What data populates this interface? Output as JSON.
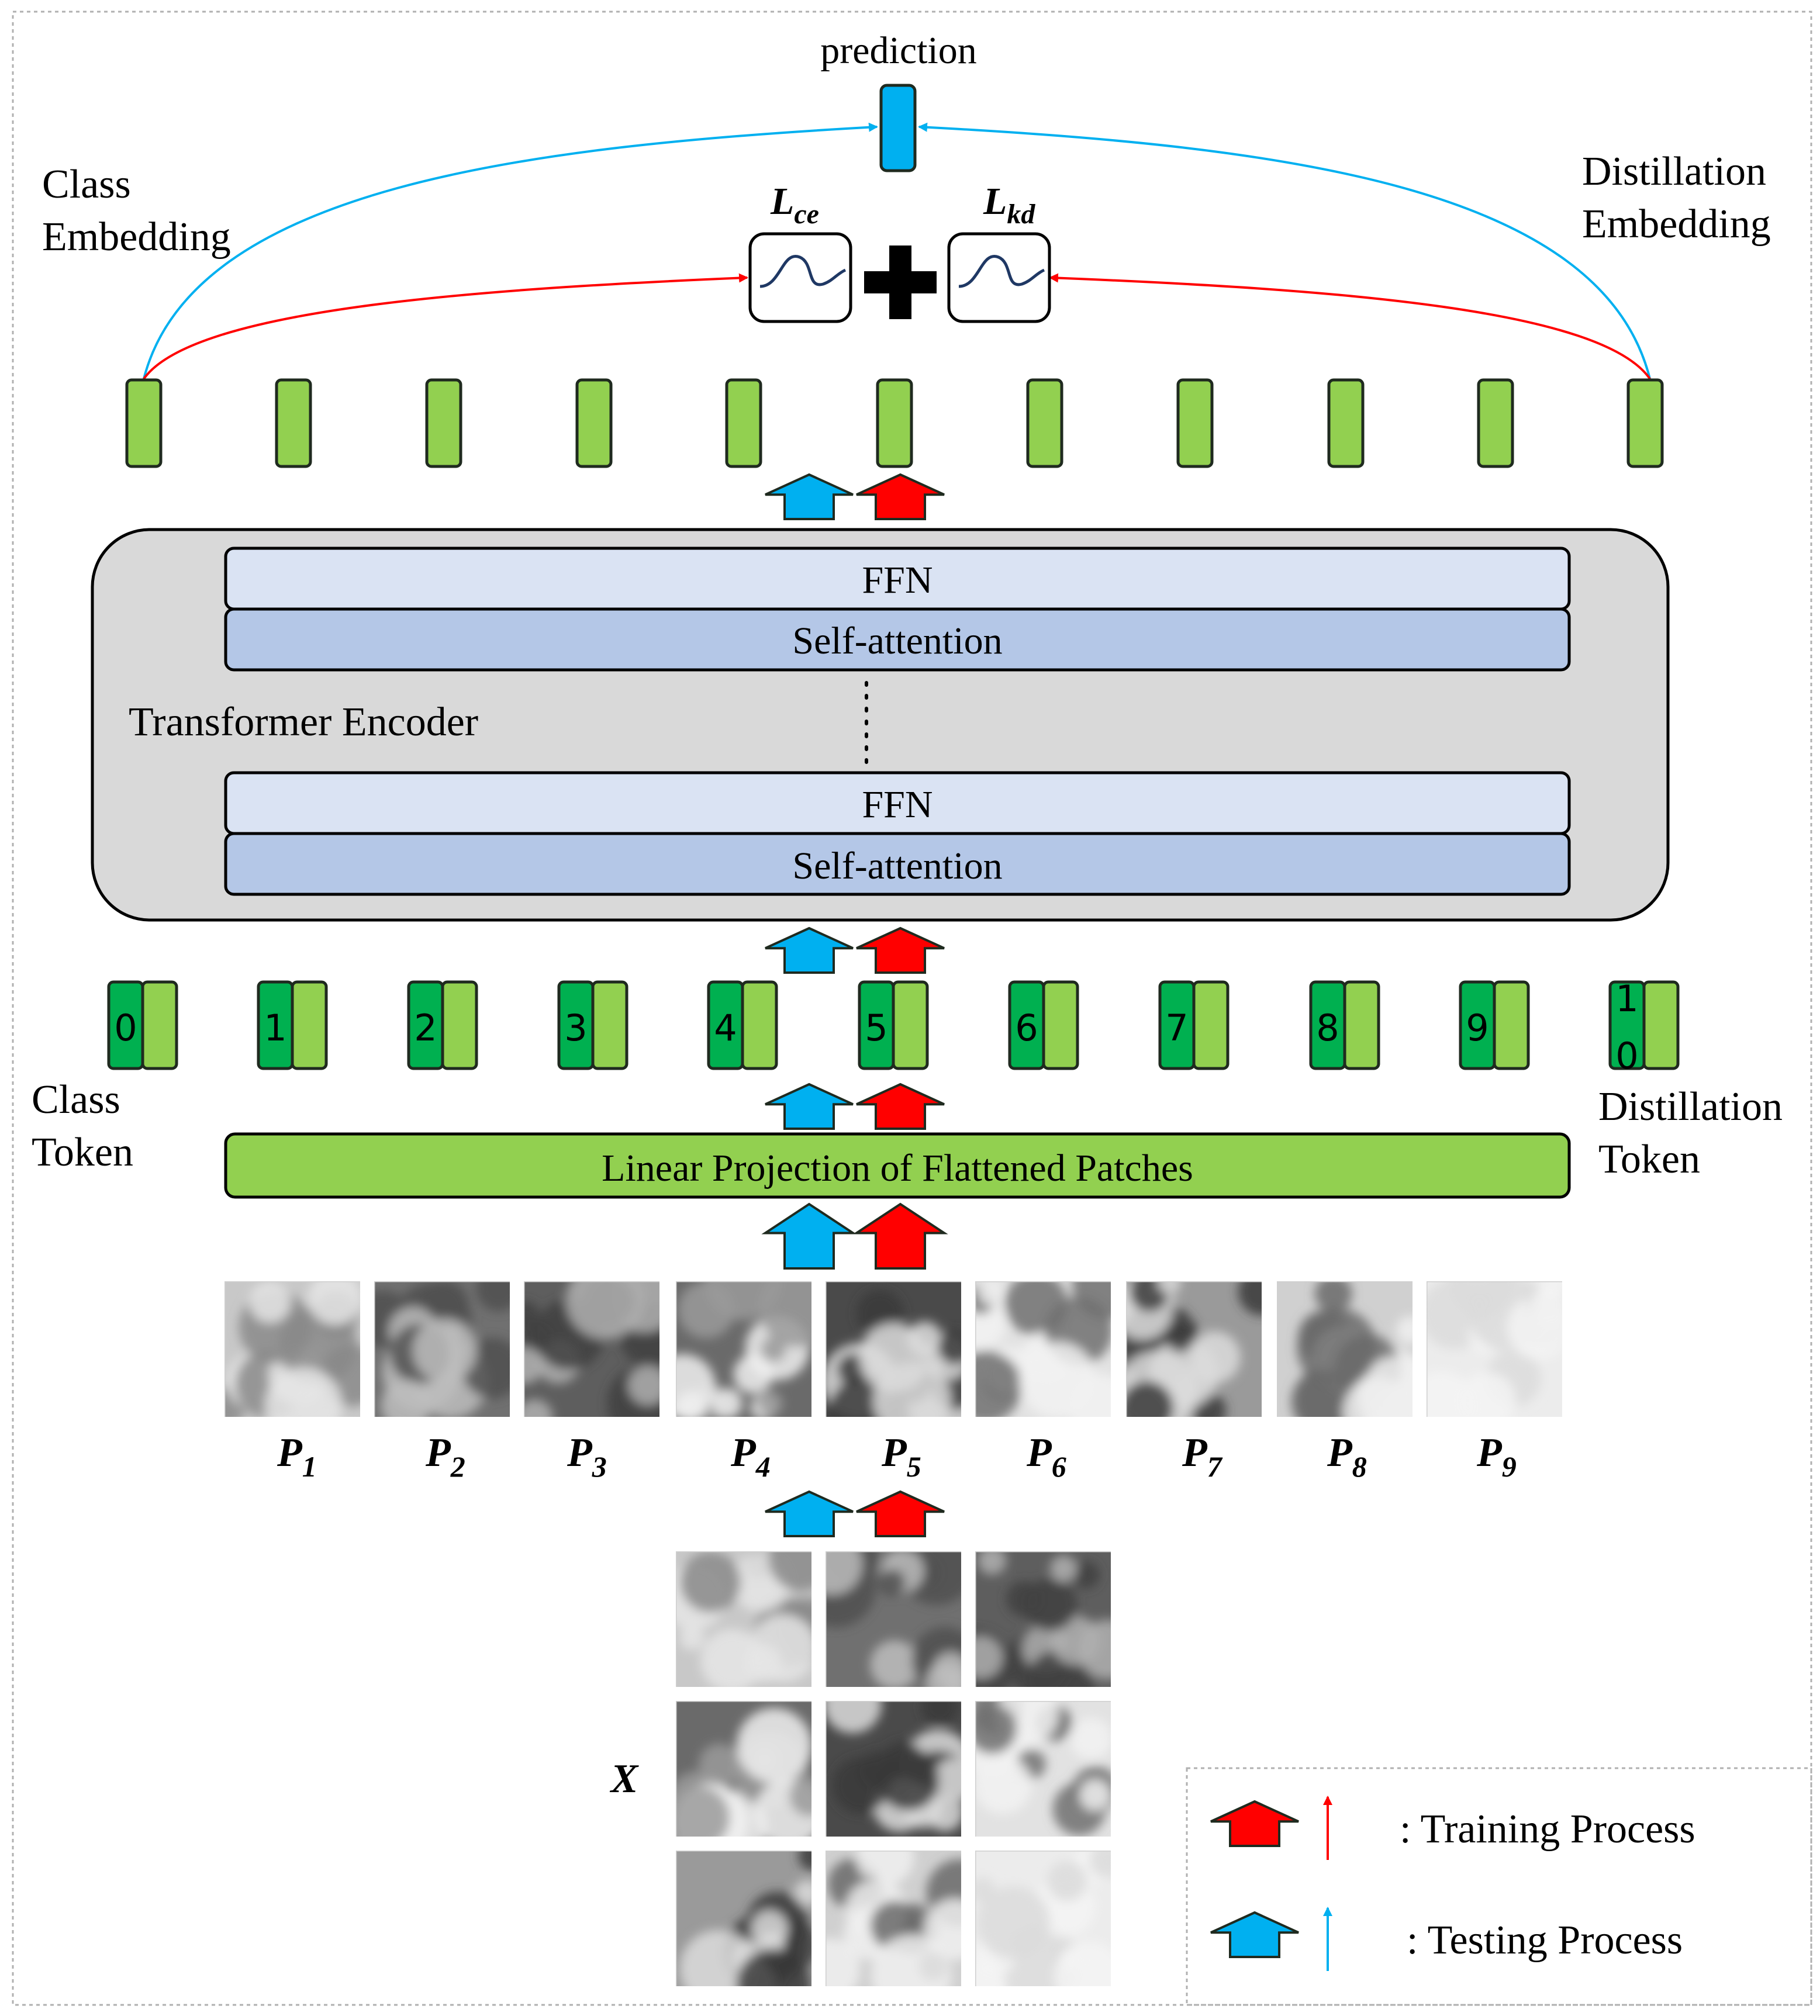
{
  "labels": {
    "prediction": "prediction",
    "class_embedding_1": "Class",
    "class_embedding_2": "Embedding",
    "distill_embedding_1": "Distillation",
    "distill_embedding_2": "Embedding",
    "class_token_1": "Class",
    "class_token_2": "Token",
    "distill_token_1": "Distillation",
    "distill_token_2": "Token",
    "transformer_encoder": "Transformer Encoder",
    "ffn": "FFN",
    "self_attention": "Self-attention",
    "linear_projection": "Linear Projection of Flattened Patches",
    "input": "X"
  },
  "losses": [
    {
      "main": "L",
      "sub": "ce"
    },
    {
      "main": "L",
      "sub": "kd"
    }
  ],
  "token_numbers": [
    "0",
    "1",
    "2",
    "3",
    "4",
    "5",
    "6",
    "7",
    "8",
    "9",
    "10"
  ],
  "patch_labels": [
    {
      "main": "P",
      "sub": "1"
    },
    {
      "main": "P",
      "sub": "2"
    },
    {
      "main": "P",
      "sub": "3"
    },
    {
      "main": "P",
      "sub": "4"
    },
    {
      "main": "P",
      "sub": "5"
    },
    {
      "main": "P",
      "sub": "6"
    },
    {
      "main": "P",
      "sub": "7"
    },
    {
      "main": "P",
      "sub": "8"
    },
    {
      "main": "P",
      "sub": "9"
    }
  ],
  "legend": {
    "training": ": Training Process",
    "testing": ": Testing Process"
  },
  "colors": {
    "token_green": "#92d050",
    "token_dark_green": "#00b050",
    "encoder_bg": "#d9d9d9",
    "ffn_fill": "#dae3f3",
    "self_attention_fill": "#b4c7e7",
    "test_blue": "#00b0f0",
    "train_red": "#ff0000",
    "outline": "#1f2a1f"
  }
}
